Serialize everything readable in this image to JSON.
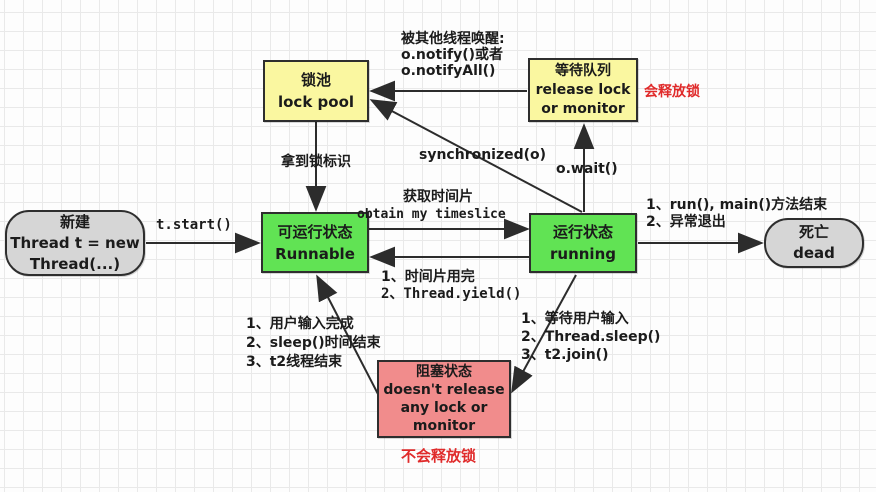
{
  "palette": {
    "state_yellow": "#faf7a0",
    "state_green": "#61e354",
    "state_gray": "#d6d6d6",
    "state_pink": "#f18c8c",
    "warning_red": "#e02b2b",
    "line_color": "#2c2c2c"
  },
  "nodes": {
    "new": {
      "lines": [
        "新建",
        "Thread t = new",
        "Thread(...)"
      ]
    },
    "lock_pool": {
      "lines": [
        "锁池",
        "lock pool"
      ]
    },
    "wait_queue": {
      "lines": [
        "等待队列",
        "release lock",
        "or monitor"
      ]
    },
    "runnable": {
      "lines": [
        "可运行状态",
        "Runnable"
      ]
    },
    "running": {
      "lines": [
        "运行状态",
        "running"
      ]
    },
    "dead": {
      "lines": [
        "死亡",
        "dead"
      ]
    },
    "blocked": {
      "lines": [
        "阻塞状态",
        "doesn't release",
        "any lock or",
        "monitor"
      ]
    }
  },
  "labels": {
    "t_start": "t.start()",
    "awakened": [
      "被其他线程唤醒:",
      "o.notify()或者",
      "o.notifyAll()"
    ],
    "releases_lock": "会释放锁",
    "got_lock": "拿到锁标识",
    "synchronized": "synchronized(o)",
    "o_wait": "o.wait()",
    "timeslice_cn": "获取时间片",
    "timeslice_en": "obtain my timeslice",
    "yield": [
      "1、时间片用完",
      "2、Thread.yield()"
    ],
    "to_dead": [
      "1、run(), main()方法结束",
      "2、异常退出"
    ],
    "to_blocked": [
      "1、等待用户输入",
      "2、Thread.sleep()",
      "3、t2.join()"
    ],
    "from_blocked": [
      "1、用户输入完成",
      "2、sleep()时间结束",
      "3、t2线程结束"
    ],
    "no_release_lock": "不会释放锁"
  }
}
